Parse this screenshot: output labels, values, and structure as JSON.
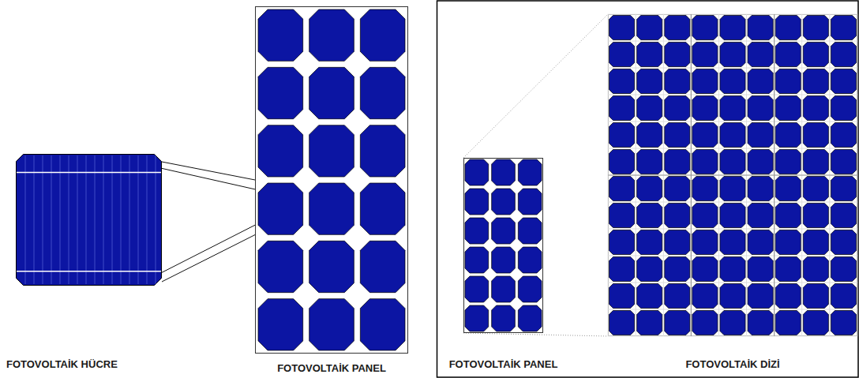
{
  "diagram": {
    "nodes": [
      {
        "text": [
          "FOTOVOLTAİK HÜCRE"
        ]
      },
      {
        "text": [
          "FOTOVOLTAİK PANEL"
        ]
      },
      {
        "text": [
          "FOTOVOLTAİK PANEL"
        ]
      },
      {
        "text": [
          "FOTOVOLTAİK DİZİ"
        ]
      }
    ],
    "edges": [
      {
        "from": 0,
        "to": 1,
        "arrow": "none"
      },
      {
        "from": 2,
        "to": 3,
        "arrow": "none"
      }
    ]
  }
}
